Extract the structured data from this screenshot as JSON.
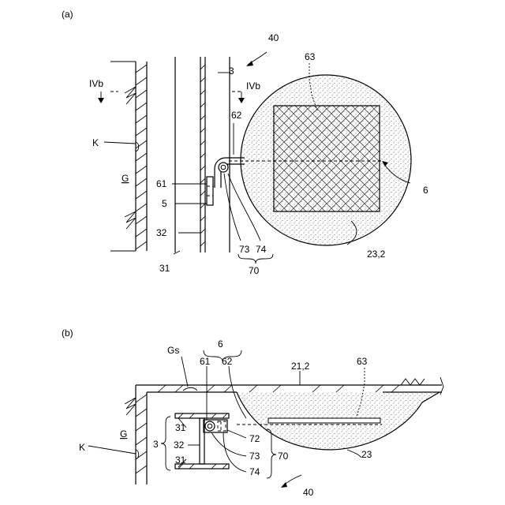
{
  "figure_a": {
    "panel_label": "(a)",
    "ref_40": "40",
    "ref_3": "3",
    "ref_63": "63",
    "ref_ivb_left": "IVb",
    "ref_ivb_right": "IVb",
    "ref_62": "62",
    "ref_k": "K",
    "ref_g": "G",
    "ref_61": "61",
    "ref_5": "5",
    "ref_6": "6",
    "ref_32": "32",
    "ref_31": "31",
    "ref_73": "73",
    "ref_74": "74",
    "ref_70": "70",
    "ref_23_2": "23,2"
  },
  "figure_b": {
    "panel_label": "(b)",
    "ref_6": "6",
    "ref_gs": "Gs",
    "ref_61": "61",
    "ref_62": "62",
    "ref_21_2": "21,2",
    "ref_63": "63",
    "ref_31_top": "31",
    "ref_g": "G",
    "ref_3": "3",
    "ref_32": "32",
    "ref_k": "K",
    "ref_31_bottom": "31",
    "ref_72": "72",
    "ref_73": "73",
    "ref_70": "70",
    "ref_74": "74",
    "ref_23": "23",
    "ref_40": "40"
  }
}
